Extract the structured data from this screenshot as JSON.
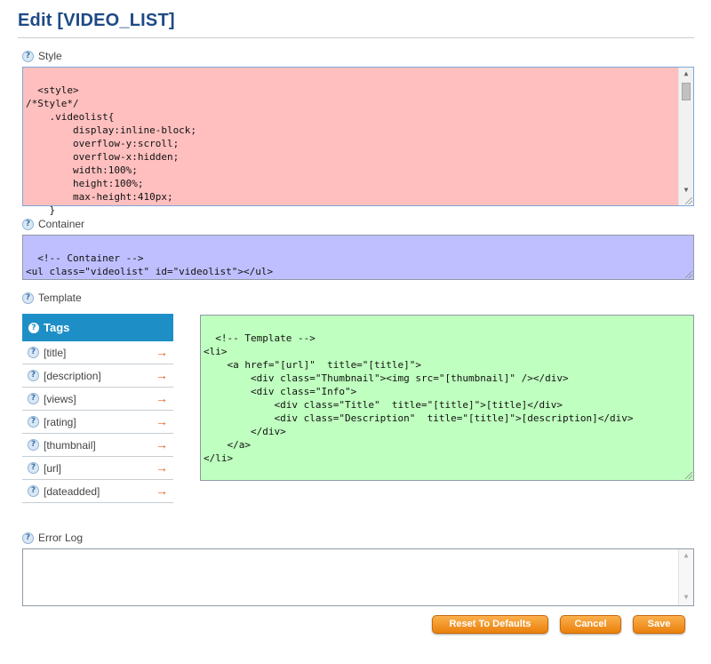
{
  "page": {
    "title": "Edit [VIDEO_LIST]"
  },
  "sections": {
    "style_label": "Style",
    "container_label": "Container",
    "template_label": "Template",
    "error_label": "Error Log"
  },
  "style_code": "<style>\n/*Style*/\n    .videolist{\n        display:inline-block;\n        overflow-y:scroll;\n        overflow-x:hidden;\n        width:100%;\n        height:100%;\n        max-height:410px;\n    }",
  "container_code": "<!-- Container -->\n<ul class=\"videolist\" id=\"videolist\"></ul>",
  "template_code": "<!-- Template -->\n<li>\n    <a href=\"[url]\"  title=\"[title]\">\n        <div class=\"Thumbnail\"><img src=\"[thumbnail]\" /></div>\n        <div class=\"Info\">\n            <div class=\"Title\"  title=\"[title]\">[title]</div>\n            <div class=\"Description\"  title=\"[title]\">[description]</div>\n        </div>\n    </a>\n</li>",
  "error_log": "",
  "tags": {
    "header": "Tags",
    "items": [
      {
        "label": "[title]"
      },
      {
        "label": "[description]"
      },
      {
        "label": "[views]"
      },
      {
        "label": "[rating]"
      },
      {
        "label": "[thumbnail]"
      },
      {
        "label": "[url]"
      },
      {
        "label": "[dateadded]"
      }
    ]
  },
  "buttons": {
    "reset": "Reset To Defaults",
    "cancel": "Cancel",
    "save": "Save"
  },
  "colors": {
    "title": "#1e4a86",
    "style_bg": "#ffbfbf",
    "container_bg": "#bfbfff",
    "template_bg": "#bfffbf",
    "tags_header_bg": "#1e8fc6",
    "button": "#f29318"
  },
  "icons": {
    "help": "help-circle-icon",
    "tag_arrow": "arrow-right-icon"
  }
}
